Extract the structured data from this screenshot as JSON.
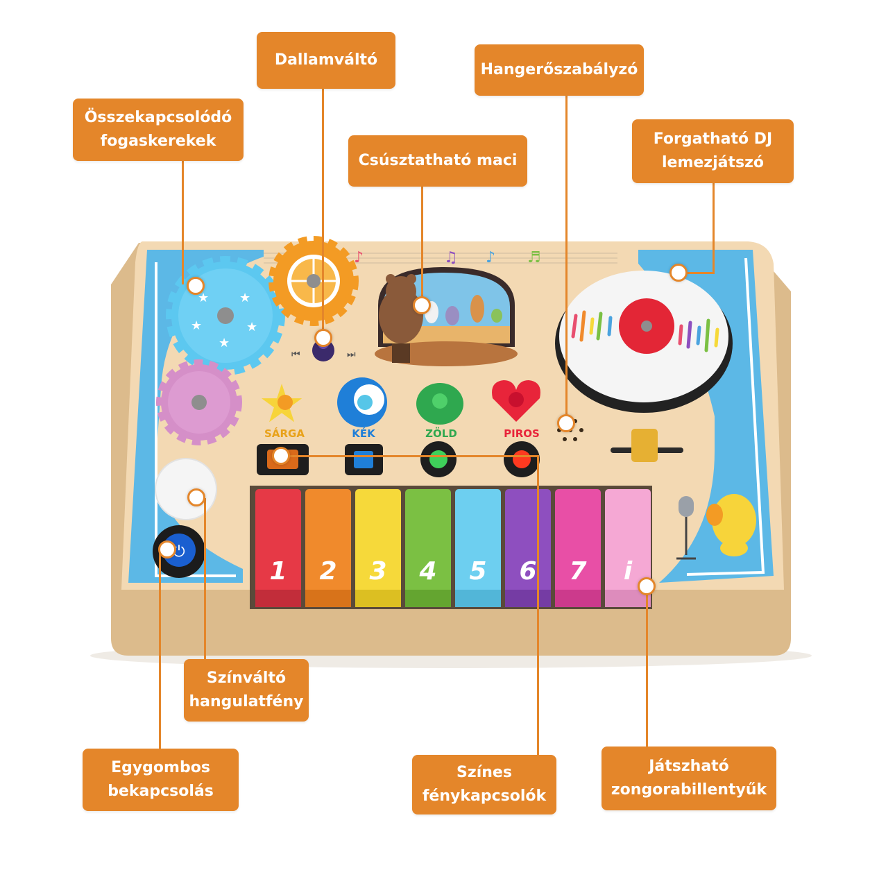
{
  "callouts": {
    "gears": [
      "Összekapcsolódó",
      "fogaskerekek"
    ],
    "melody": "Dallamváltó",
    "volume": "Hangerőszabályzó",
    "bear": "Csúsztatható maci",
    "dj": [
      "Forgatható DJ",
      "lemezjátszó"
    ],
    "light": [
      "Színváltó",
      "hangulatfény"
    ],
    "power": [
      "Egygombos",
      "bekapcsolás"
    ],
    "switches": [
      "Színes",
      "fénykapcsolók"
    ],
    "piano": [
      "Játszható",
      "zongorabillentyűk"
    ]
  },
  "board": {
    "color_labels": [
      "SÁRGA",
      "KÉK",
      "ZÖLD",
      "PIROS"
    ],
    "keys": [
      "1",
      "2",
      "3",
      "4",
      "5",
      "6",
      "7",
      "i"
    ]
  },
  "colors": {
    "accent": "#e4862a",
    "wood": "#f3d9b3",
    "blue": "#5cb8e6",
    "keys": [
      "#e63946",
      "#f08a2c",
      "#f6d93a",
      "#7bc043",
      "#6dcff0",
      "#8e4fbf",
      "#e84fa6",
      "#f5a8d4"
    ]
  }
}
